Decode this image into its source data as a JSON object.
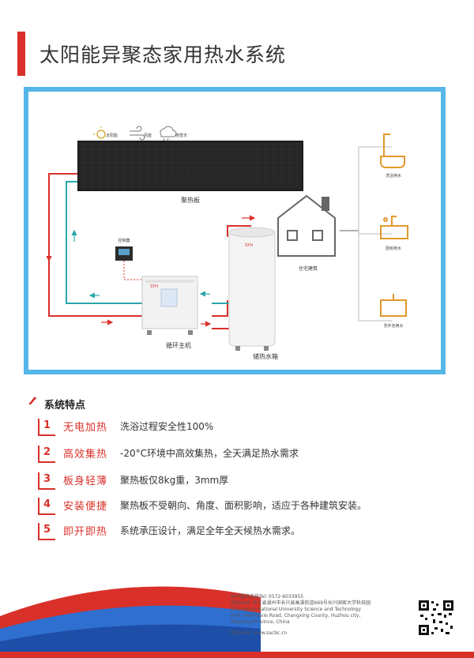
{
  "title": "太阳能异聚态家用热水系统",
  "diagram": {
    "weather": [
      "太阳能",
      "风能",
      "雨雪天"
    ],
    "panel_label": "聚热板",
    "controller_label": "控制器",
    "main_unit_label": "循环主机",
    "tank_label": "储热水箱",
    "house_label": "住宅建筑",
    "outputs": [
      "洗浴用水",
      "厨房用水",
      "洗手池用水"
    ]
  },
  "features": {
    "heading": "系统特点",
    "items": [
      {
        "num": "1",
        "title": "无电加热",
        "desc": "洗浴过程安全性100%"
      },
      {
        "num": "2",
        "title": "高效集热",
        "desc": "-20°C环境中高效集热，全天满足热水需求"
      },
      {
        "num": "3",
        "title": "板身轻薄",
        "desc": "聚热板仅8kg重，3mm厚"
      },
      {
        "num": "4",
        "title": "安装便捷",
        "desc": "聚热板不受朝向、角度、面积影响，适应于各种建筑安装。"
      },
      {
        "num": "5",
        "title": "即开即热",
        "desc": "系统承压设计，满足全年全天候热水需求。"
      }
    ]
  },
  "footer": {
    "hotline": "技术服务热线Tel: 0572-6033955",
    "address_cn": "地址Add: 浙江省湖州市长兴县画溪街道669号长兴国家大学科技园",
    "address_en1": "Changxing National University Science and Technology",
    "address_en2": "Park, 669 Baxie Road, Changxing County, Huzhou city,",
    "address_en3": "Zhejiang Province, China",
    "web": "网址Web: www.sacbc.cn"
  },
  "colors": {
    "accent": "#d9302a",
    "frame": "#55b6e8",
    "pipe_hot": "#d9302a",
    "pipe_cold": "#2aa7a9",
    "footer_red": "#d9302a",
    "footer_blue": "#2f6fd0"
  }
}
